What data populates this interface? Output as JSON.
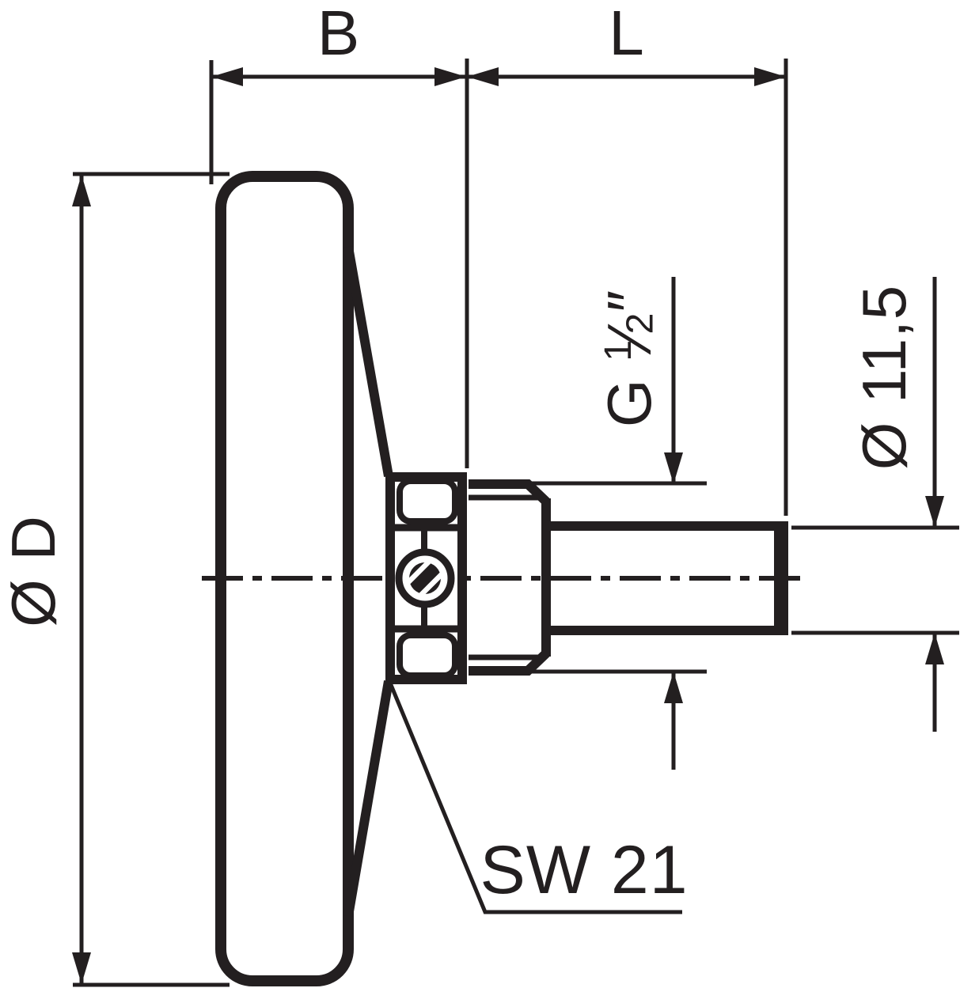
{
  "page": {
    "type": "technical-drawing",
    "subject": "bimetal dial thermometer side view with dimensioning",
    "background_color": "#ffffff",
    "line_color": "#231f20"
  },
  "labels": {
    "width_b": "B",
    "length_l": "L",
    "dial_diameter": "Ø D",
    "thread_prefix": "G",
    "thread_numerator": "1",
    "thread_slash": "⁄",
    "thread_denominator": "2",
    "thread_unit": "″",
    "stem_diameter": "Ø 11,5",
    "wrench_size": "SW 21"
  }
}
